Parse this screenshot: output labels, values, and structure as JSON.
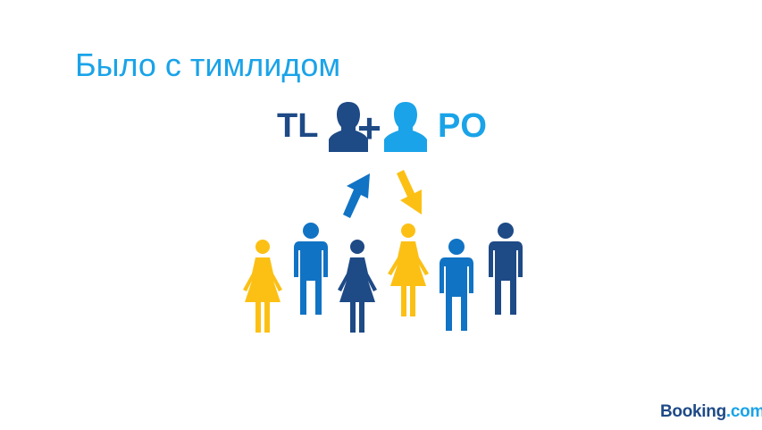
{
  "slide": {
    "title": "Было с тимлидом",
    "tl_label": "TL",
    "plus": "+",
    "po_label": "PO",
    "brand_part1": "Booking",
    "brand_part2": ".com"
  },
  "colors": {
    "title": "#1aa3e8",
    "dark_blue": "#1e4a86",
    "mid_blue": "#1173c4",
    "light_blue": "#1aa3e8",
    "yellow": "#fcc015"
  },
  "icons": {
    "tl": "user-silhouette-icon",
    "po": "user-silhouette-icon",
    "arrow_up": "arrow-up-right-icon",
    "arrow_down": "arrow-down-right-icon",
    "people": [
      "woman-icon",
      "man-icon",
      "woman-icon",
      "woman-icon",
      "man-icon",
      "man-icon"
    ]
  }
}
